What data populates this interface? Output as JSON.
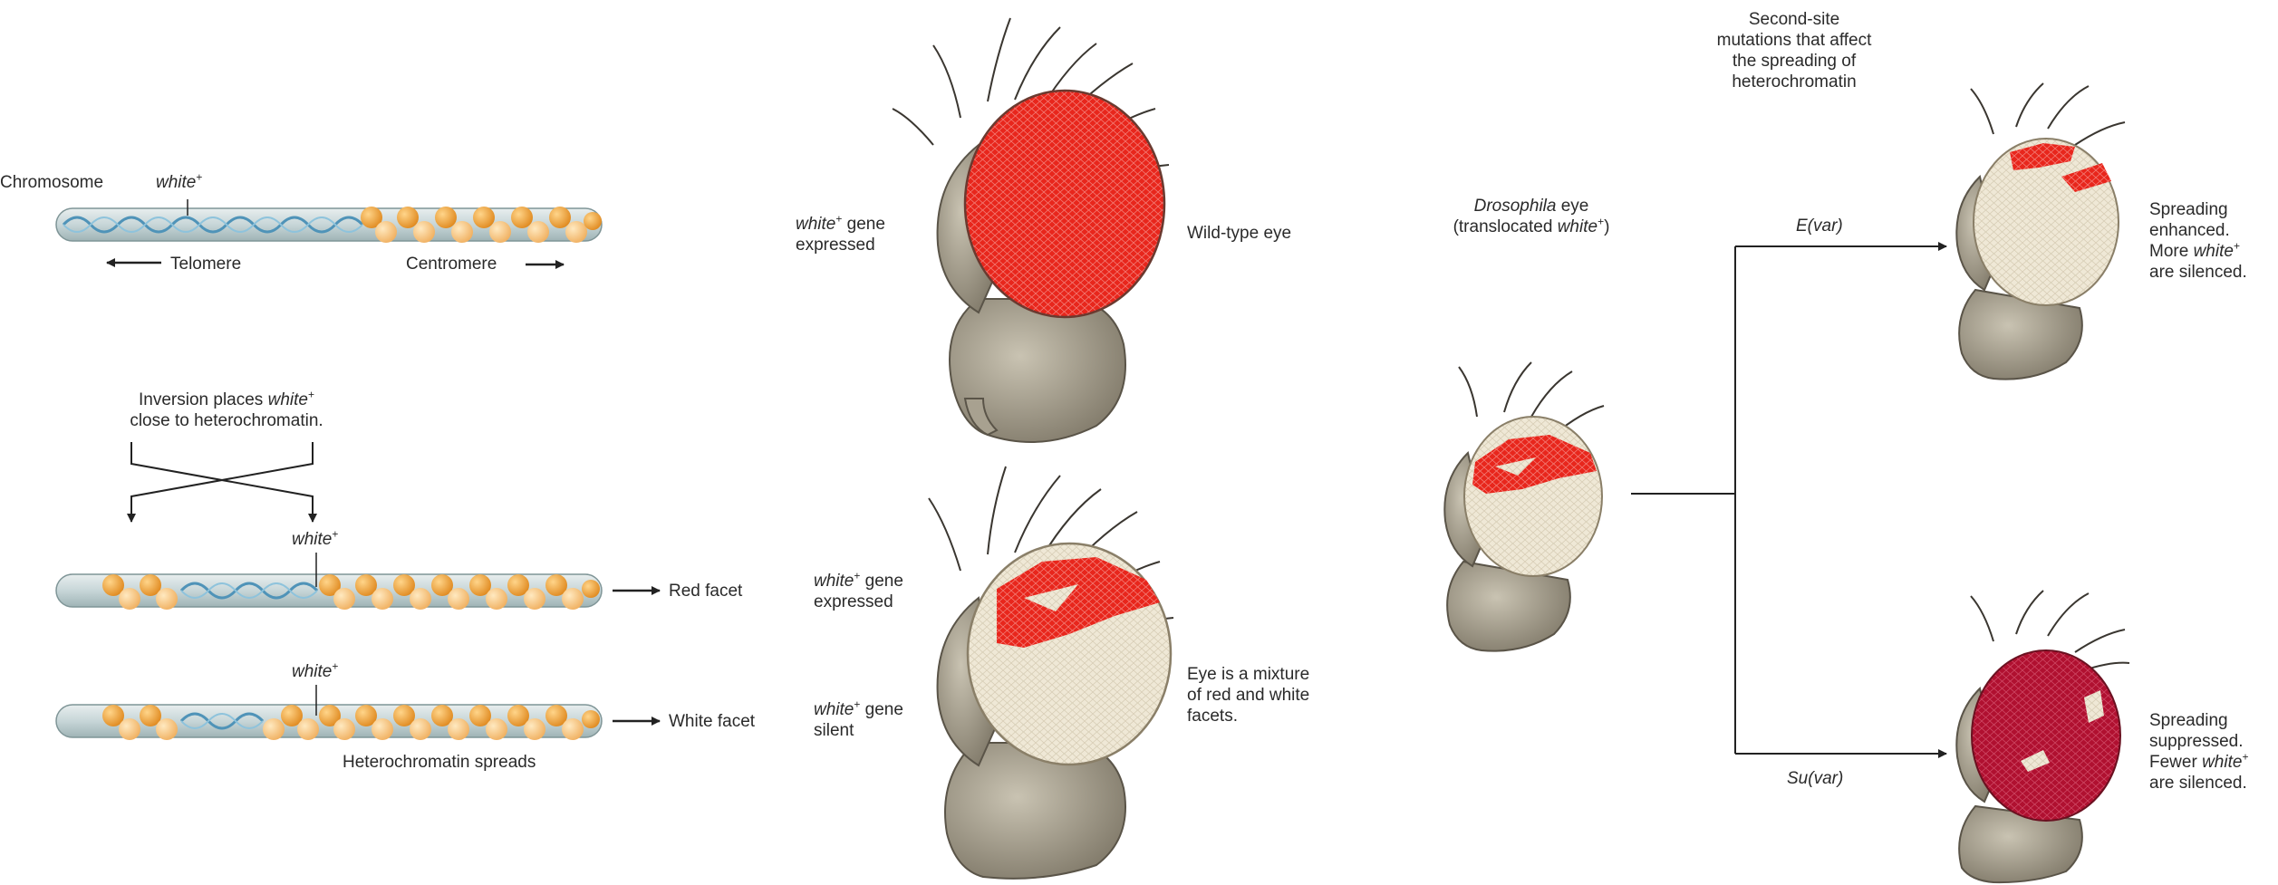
{
  "colors": {
    "heterochromatin_bead": "#f0a030",
    "dna_helix": "#5a9ec0",
    "red_facet": "#e8261c",
    "eye_white": "#efe8d6",
    "fly_body": "#9a9384",
    "suppressed_eye": "#b01030"
  },
  "panel_left": {
    "chromosome_label": "Chromosome",
    "white_label": "white",
    "plus": "+",
    "telomere_label": "Telomere",
    "centromere_label": "Centromere",
    "inversion_text_1a": "Inversion places ",
    "inversion_text_1b": "white",
    "inversion_text_2": "close to heterochromatin.",
    "white_label_inv": "white",
    "red_facet_label": "Red facet",
    "white_label_spread": "white",
    "white_facet_label": "White facet",
    "spreads_label": "Heterochromatin spreads"
  },
  "panel_middle": {
    "top_gene_italic": "white",
    "top_gene_rest": " gene",
    "top_gene_line2": "expressed",
    "wild_type_label": "Wild-type eye",
    "mid_gene_italic": "white",
    "mid_gene_rest": " gene",
    "mid_gene_line2": "expressed",
    "silent_gene_italic": "white",
    "silent_gene_rest": " gene",
    "silent_gene_line2": "silent",
    "mixture_1": "Eye is a mixture",
    "mixture_2": "of red and white",
    "mixture_3": "facets."
  },
  "panel_right": {
    "second_site_1": "Second-site",
    "second_site_2": "mutations that affect",
    "second_site_3": "the spreading of",
    "second_site_4": "heterochromatin",
    "drosophila_italic": "Drosophila",
    "drosophila_rest": " eye",
    "translocated_a": "(translocated ",
    "translocated_italic": "white",
    "translocated_c": ")",
    "evar_label": "E(var)",
    "suvar_label": "Su(var)",
    "enh_1": "Spreading",
    "enh_2": "enhanced.",
    "enh_3a": "More ",
    "enh_3b": "white",
    "enh_4": "are silenced.",
    "sup_1": "Spreading",
    "sup_2": "suppressed.",
    "sup_3a": "Fewer ",
    "sup_3b": "white",
    "sup_4": "are silenced."
  }
}
